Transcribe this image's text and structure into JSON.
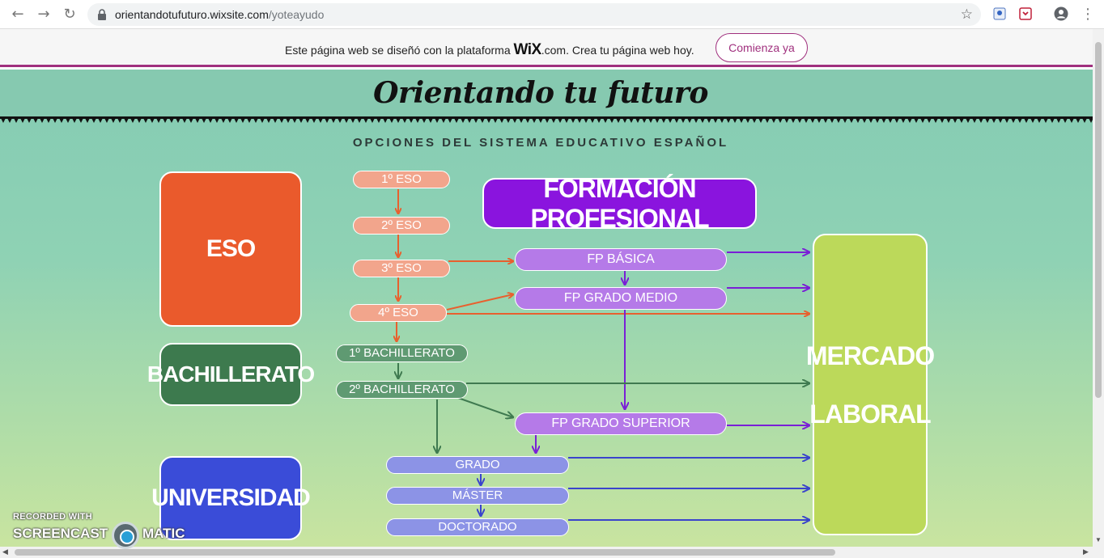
{
  "browser": {
    "url_host": "orientandotufuturo.wixsite.com",
    "url_path": "/yoteayudo",
    "back_icon": "arrow-left-icon",
    "forward_icon": "arrow-right-icon",
    "reload_icon": "reload-icon"
  },
  "wix_banner": {
    "text_before": "Este página web se diseñó con la plataforma ",
    "logo": "WiX",
    "text_after": ".com. Crea tu página web hoy.",
    "button_label": "Comienza ya"
  },
  "site": {
    "title": "Orientando tu futuro",
    "subtitle": "OPCIONES DEL SISTEMA EDUCATIVO ESPAÑOL",
    "colors": {
      "eso": "#ea5a2c",
      "bachillerato": "#3d7a4e",
      "universidad": "#3a4cd8",
      "fp_title": "#8a14de",
      "fp_pill": "#b57ae8",
      "eso_pill": "#f2a58c",
      "bach_pill": "#5f9a72",
      "uni_pill": "#8c93e6",
      "mercado": "#bcd95a"
    },
    "boxes": {
      "eso": "ESO",
      "bachillerato": "BACHILLERATO",
      "universidad": "UNIVERSIDAD",
      "fp": "FORMACIÓN PROFESIONAL",
      "mercado_line1": "MERCADO",
      "mercado_line2": "LABORAL"
    },
    "pills": {
      "eso1": "1º ESO",
      "eso2": "2º ESO",
      "eso3": "3º ESO",
      "eso4": "4º ESO",
      "bach1": "1º BACHILLERATO",
      "bach2": "2º BACHILLERATO",
      "fp_basica": "FP BÁSICA",
      "fp_medio": "FP GRADO MEDIO",
      "fp_superior": "FP GRADO SUPERIOR",
      "grado": "GRADO",
      "master": "MÁSTER",
      "doctorado": "DOCTORADO"
    }
  },
  "recorder": {
    "line1": "RECORDED WITH",
    "line2a": "SCREENCAST",
    "line2b": "MATIC"
  }
}
